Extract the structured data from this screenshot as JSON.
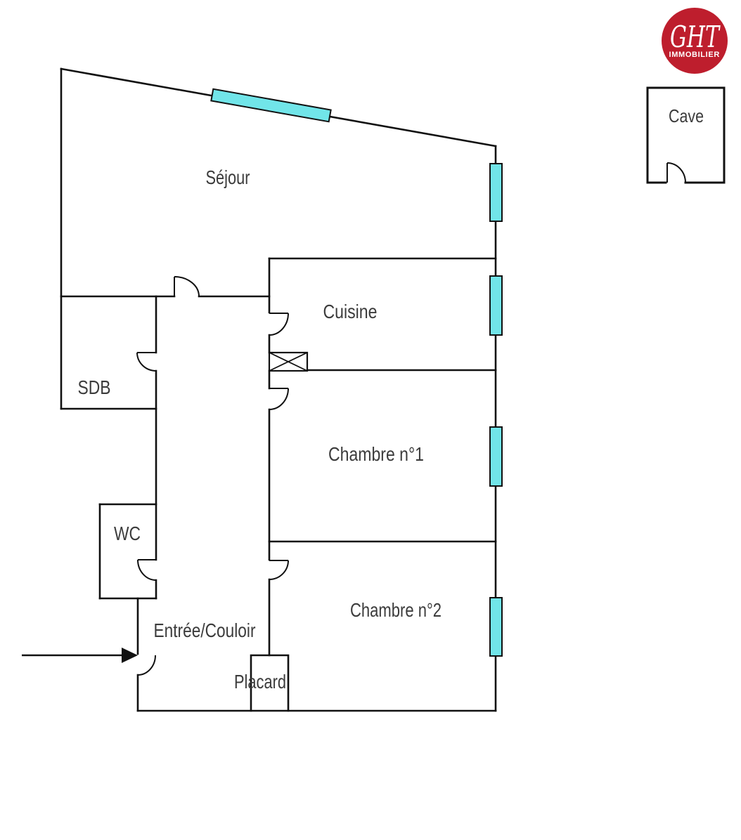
{
  "logo": {
    "brand": "GHT",
    "tagline": "IMMOBILIER"
  },
  "rooms": {
    "sejour": "Séjour",
    "cuisine": "Cuisine",
    "sdb": "SDB",
    "wc": "WC",
    "entree": "Entrée/Couloir",
    "placard": "Placard",
    "chambre1": "Chambre n°1",
    "chambre2": "Chambre n°2",
    "cave": "Cave"
  },
  "colors": {
    "wall": "#111111",
    "window_fill": "#71E5E9",
    "logo_red": "#BE1E2D",
    "logo_text": "#FFFFFF",
    "label": "#3C3C3C",
    "background": "#FFFFFF"
  }
}
